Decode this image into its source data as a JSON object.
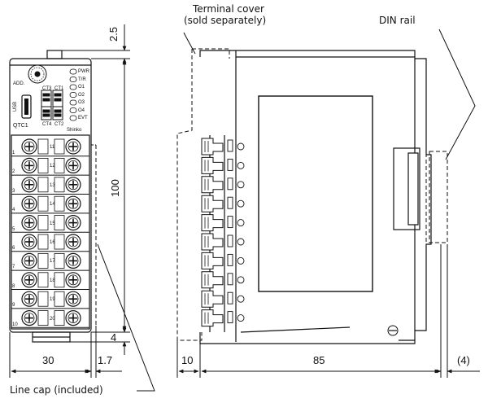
{
  "labels": {
    "terminal_cover_line1": "Terminal cover",
    "terminal_cover_line2": "(sold separately)",
    "din_rail": "DIN rail",
    "line_cap": "Line cap (included)",
    "model": "QTC1",
    "add": "ADD.",
    "usb": "USB",
    "brand": "Shinko"
  },
  "leds": [
    "PWR",
    "T/R",
    "O1",
    "O2",
    "O3",
    "O4",
    "EVT"
  ],
  "ct_labels": [
    "CT3",
    "CT1",
    "CT4",
    "CT2"
  ],
  "terminal_numbers": {
    "left": [
      "1",
      "2",
      "3",
      "4",
      "5",
      "6",
      "7",
      "8",
      "9",
      "10"
    ],
    "right": [
      "11",
      "12",
      "13",
      "14",
      "15",
      "16",
      "17",
      "18",
      "19",
      "20"
    ]
  },
  "dimensions": {
    "top_offset": "2.5",
    "height": "100",
    "bottom_offset": "4",
    "width": "30",
    "cap": "1.7",
    "cover": "10",
    "depth": "85",
    "rail": "(4)"
  }
}
